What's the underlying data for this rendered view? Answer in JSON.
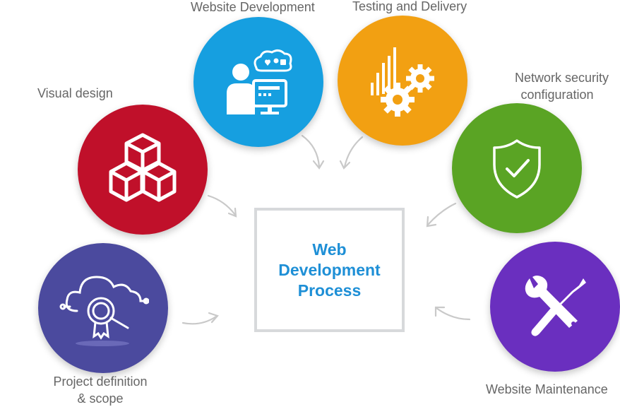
{
  "center": {
    "title": "Web Development Process"
  },
  "steps": [
    {
      "label": "Website Development",
      "color": "#169fe0",
      "icon": "developer-icon"
    },
    {
      "label": "Testing and Delivery",
      "color": "#f2a012",
      "icon": "gears-icon"
    },
    {
      "label": "Network security configuration",
      "color": "#5aa424",
      "icon": "shield-check-icon"
    },
    {
      "label": "Visual design",
      "color": "#c0102a",
      "icon": "cubes-icon"
    },
    {
      "label": "Project definition & scope",
      "color": "#4b4a9e",
      "icon": "cloud-search-icon"
    },
    {
      "label": "Website Maintenance",
      "color": "#6a2fbf",
      "icon": "wrench-screwdriver-icon"
    }
  ],
  "labels": {
    "website_development": "Website Development",
    "testing_delivery": "Testing and Delivery",
    "network_security_line1": "Network security",
    "network_security_line2": "configuration",
    "visual_design": "Visual design",
    "project_definition_line1": "Project definition",
    "project_definition_line2": "& scope",
    "website_maintenance": "Website Maintenance"
  }
}
